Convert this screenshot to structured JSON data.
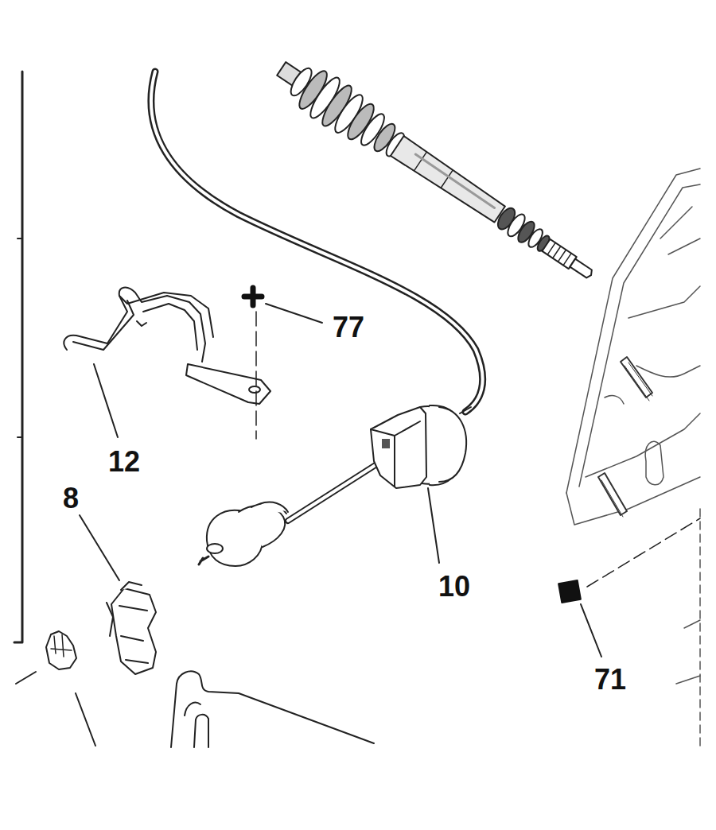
{
  "diagram": {
    "labels": [
      "12",
      "77",
      "8",
      "10",
      "71"
    ]
  }
}
